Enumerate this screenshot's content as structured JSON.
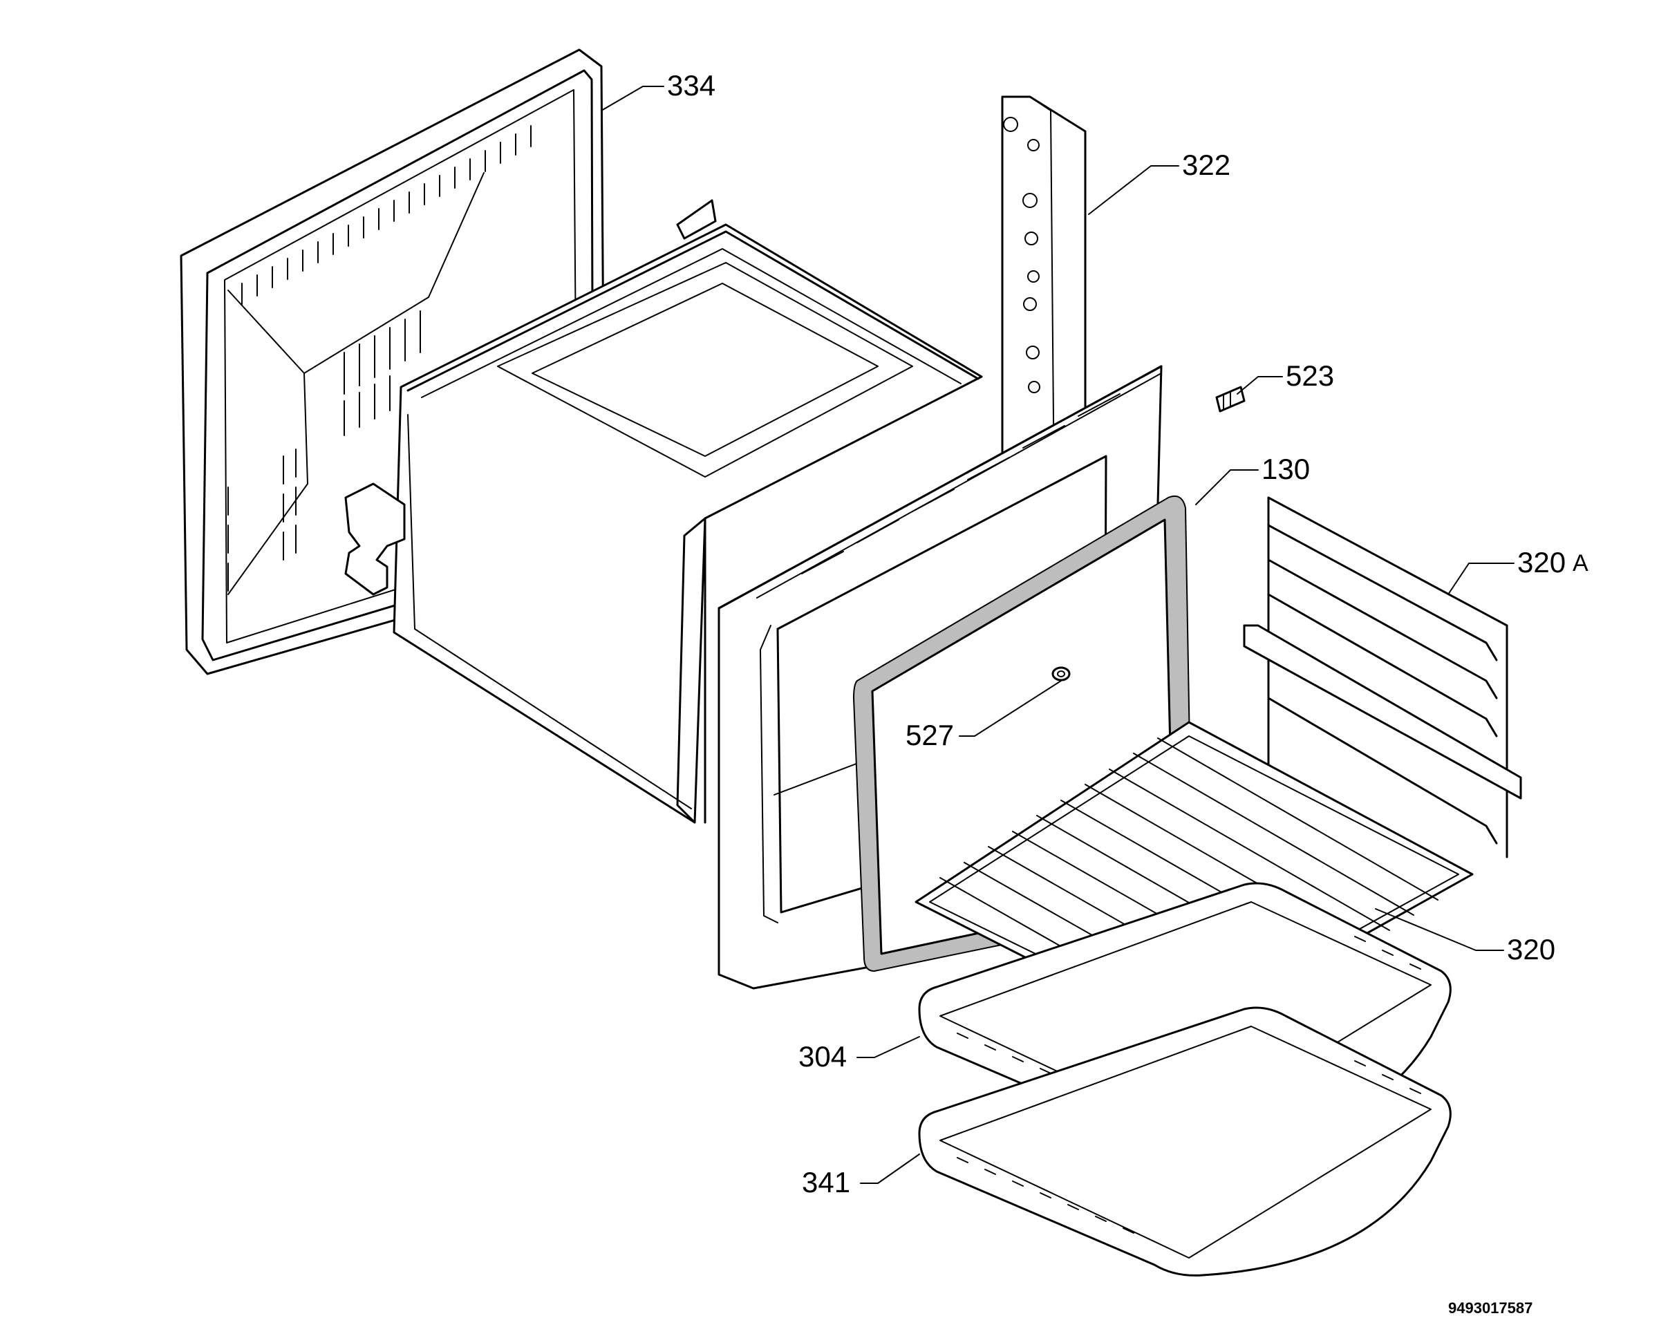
{
  "labels": {
    "p334": "334",
    "p322": "322",
    "p523": "523",
    "p130": "130",
    "p320A_num": "320",
    "p320A_suffix": "A",
    "p527": "527",
    "p320": "320",
    "p304": "304",
    "p341": "341"
  },
  "drawing_number": "9493017587"
}
